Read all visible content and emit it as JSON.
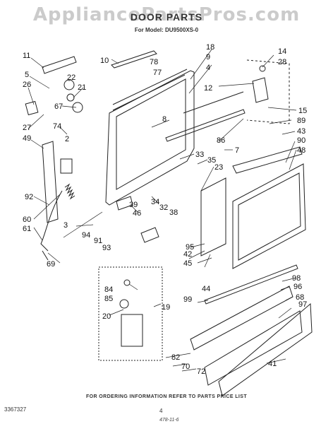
{
  "watermark": "AppliancePartsPros.com",
  "title": "DOOR PARTS",
  "model_line": "For Model: DU9500XS-0",
  "footer": "FOR ORDERING INFORMATION REFER TO PARTS PRICE LIST",
  "doc_code": "3367327",
  "page_number": "4",
  "handwriting": "478-11-6",
  "part_labels": [
    "11",
    "10",
    "78",
    "77",
    "18",
    "9",
    "4",
    "14",
    "28",
    "5",
    "22",
    "26",
    "21",
    "12",
    "67",
    "8",
    "15",
    "27",
    "74",
    "2",
    "89",
    "49",
    "86",
    "43",
    "7",
    "90",
    "48",
    "33",
    "35",
    "23",
    "92",
    "60",
    "61",
    "3",
    "39",
    "46",
    "34",
    "32",
    "38",
    "94",
    "91",
    "93",
    "95",
    "42",
    "45",
    "69",
    "98",
    "44",
    "84",
    "19",
    "99",
    "85",
    "96",
    "68",
    "97",
    "20",
    "82",
    "70",
    "72",
    "41"
  ],
  "colors": {
    "line": "#222222",
    "background": "#ffffff"
  }
}
